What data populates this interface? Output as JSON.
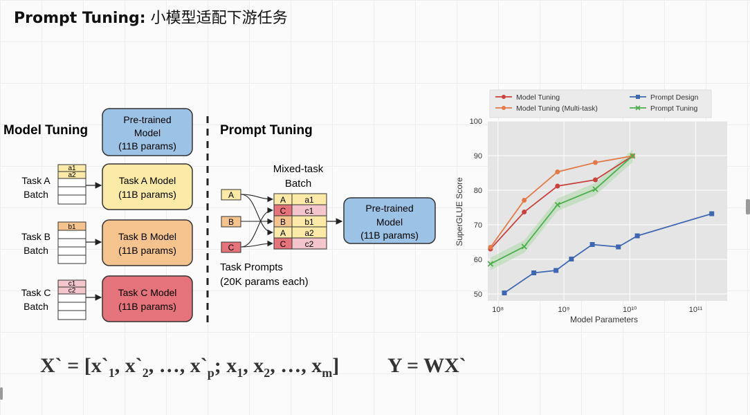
{
  "title": {
    "en": "Prompt Tuning:",
    "zh": "小模型适配下游任务"
  },
  "diagram": {
    "model_tuning_heading": "Model Tuning",
    "prompt_tuning_heading": "Prompt Tuning",
    "pretrained_model": [
      "Pre-trained",
      "Model",
      "(11B params)"
    ],
    "tasks": [
      {
        "label": [
          "Task A",
          "Batch"
        ],
        "rows": [
          "a1",
          "a2"
        ],
        "model": [
          "Task A Model",
          "(11B params)"
        ],
        "color": "#fbe9a7"
      },
      {
        "label": [
          "Task B",
          "Batch"
        ],
        "rows": [
          "b1"
        ],
        "model": [
          "Task B Model",
          "(11B params)"
        ],
        "color": "#f5c48e"
      },
      {
        "label": [
          "Task C",
          "Batch"
        ],
        "rows": [
          "c1",
          "c2"
        ],
        "model": [
          "Task C Model",
          "(11B params)"
        ],
        "color": "#e4737b"
      }
    ],
    "mixed_batch_label": [
      "Mixed-task",
      "Batch"
    ],
    "mixed_rows": [
      [
        "A",
        "a1"
      ],
      [
        "C",
        "c1"
      ],
      [
        "B",
        "b1"
      ],
      [
        "A",
        "a2"
      ],
      [
        "C",
        "c2"
      ]
    ],
    "prompt_letters": [
      "A",
      "B",
      "C"
    ],
    "task_prompts_label": [
      "Task Prompts",
      "(20K params each)"
    ],
    "pretrained_model_right": [
      "Pre-trained",
      "Model",
      "(11B params)"
    ],
    "colors": {
      "blue": "#9cc3e6",
      "yellow": "#fbe9a7",
      "orange": "#f5c48e",
      "red": "#e4737b",
      "pink": "#f3c5cc"
    }
  },
  "chart_data": {
    "type": "line",
    "xlabel": "Model Parameters",
    "ylabel": "SuperGLUE Score",
    "x_scale": "log",
    "xlim": [
      70000000,
      300000000000
    ],
    "ylim": [
      48,
      100
    ],
    "yticks": [
      50,
      60,
      70,
      80,
      90,
      100
    ],
    "xticks": [
      {
        "value": 100000000,
        "label": "10⁸"
      },
      {
        "value": 1000000000,
        "label": "10⁹"
      },
      {
        "value": 10000000000,
        "label": "10¹⁰"
      },
      {
        "value": 100000000000,
        "label": "10¹¹"
      }
    ],
    "legend_position": "top",
    "series": [
      {
        "name": "Model Tuning",
        "color": "#c8413d",
        "marker": "circle",
        "x": [
          77000000,
          250000000,
          800000000,
          3000000000,
          11000000000
        ],
        "y": [
          63,
          73.7,
          81.2,
          83,
          89.9
        ]
      },
      {
        "name": "Model Tuning (Multi-task)",
        "color": "#e17a48",
        "marker": "circle",
        "x": [
          77000000,
          250000000,
          800000000,
          3000000000,
          11000000000
        ],
        "y": [
          63.5,
          77.1,
          85.3,
          88,
          89.9
        ]
      },
      {
        "name": "Prompt Design",
        "color": "#3f67b1",
        "marker": "square",
        "x": [
          125000000,
          350000000,
          760000000,
          1300000000,
          2700000000,
          6700000000,
          13000000000,
          175000000000
        ],
        "y": [
          50.3,
          56.1,
          56.8,
          60.1,
          64.3,
          63.6,
          66.8,
          73.2
        ]
      },
      {
        "name": "Prompt Tuning",
        "color": "#4cae4c",
        "marker": "x",
        "x": [
          77000000,
          250000000,
          800000000,
          3000000000,
          11000000000
        ],
        "y": [
          58.7,
          63.7,
          75.8,
          80.3,
          89.9
        ]
      }
    ]
  },
  "formula": {
    "lhs": "X` = [x`",
    "parts": [
      {
        "text": "x`",
        "sub": "1"
      },
      {
        "text": "x`",
        "sub": "2"
      },
      {
        "text": "…",
        "sub": ""
      },
      {
        "text": "x`",
        "sub": "p"
      },
      {
        "text": "x",
        "sub": "1"
      },
      {
        "text": "x",
        "sub": "2"
      },
      {
        "text": "…",
        "sub": ""
      },
      {
        "text": "x",
        "sub": "m"
      }
    ],
    "rhs": "Y = WX`"
  }
}
